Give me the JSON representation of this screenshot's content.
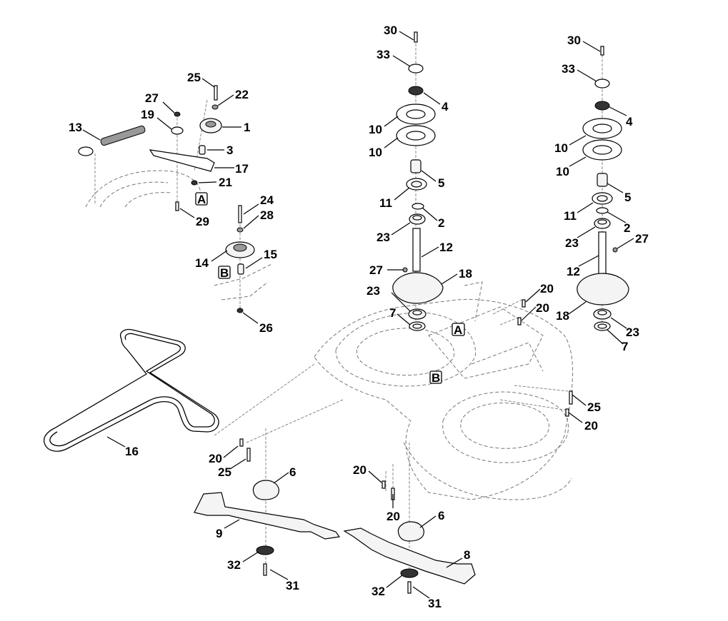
{
  "diagram": {
    "type": "exploded-parts-view",
    "subject": "mower deck blade spindles and belt tensioner",
    "reference_markers": [
      "A",
      "B"
    ],
    "callouts": [
      {
        "id": "c30a",
        "text": "30"
      },
      {
        "id": "c33a",
        "text": "33"
      },
      {
        "id": "c4a",
        "text": "4"
      },
      {
        "id": "c10a",
        "text": "10"
      },
      {
        "id": "c10b",
        "text": "10"
      },
      {
        "id": "c5a",
        "text": "5"
      },
      {
        "id": "c11a",
        "text": "11"
      },
      {
        "id": "c2a",
        "text": "2"
      },
      {
        "id": "c23a",
        "text": "23"
      },
      {
        "id": "c12a",
        "text": "12"
      },
      {
        "id": "c27a",
        "text": "27"
      },
      {
        "id": "c18a",
        "text": "18"
      },
      {
        "id": "c23b",
        "text": "23"
      },
      {
        "id": "c7a",
        "text": "7"
      },
      {
        "id": "c30b",
        "text": "30"
      },
      {
        "id": "c33b",
        "text": "33"
      },
      {
        "id": "c4b",
        "text": "4"
      },
      {
        "id": "c10c",
        "text": "10"
      },
      {
        "id": "c10d",
        "text": "10"
      },
      {
        "id": "c5b",
        "text": "5"
      },
      {
        "id": "c11b",
        "text": "11"
      },
      {
        "id": "c2b",
        "text": "2"
      },
      {
        "id": "c23c",
        "text": "23"
      },
      {
        "id": "c27b",
        "text": "27"
      },
      {
        "id": "c12b",
        "text": "12"
      },
      {
        "id": "c18b",
        "text": "18"
      },
      {
        "id": "c23d",
        "text": "23"
      },
      {
        "id": "c7b",
        "text": "7"
      },
      {
        "id": "c20a",
        "text": "20"
      },
      {
        "id": "c20b",
        "text": "20"
      },
      {
        "id": "c25a",
        "text": "25"
      },
      {
        "id": "c20c",
        "text": "20"
      },
      {
        "id": "c25b",
        "text": "25"
      },
      {
        "id": "c22",
        "text": "22"
      },
      {
        "id": "c27c",
        "text": "27"
      },
      {
        "id": "c19",
        "text": "19"
      },
      {
        "id": "c13",
        "text": "13"
      },
      {
        "id": "c1",
        "text": "1"
      },
      {
        "id": "c3",
        "text": "3"
      },
      {
        "id": "c17",
        "text": "17"
      },
      {
        "id": "c21",
        "text": "21"
      },
      {
        "id": "c29",
        "text": "29"
      },
      {
        "id": "c24",
        "text": "24"
      },
      {
        "id": "c28",
        "text": "28"
      },
      {
        "id": "c14",
        "text": "14"
      },
      {
        "id": "c15",
        "text": "15"
      },
      {
        "id": "c26",
        "text": "26"
      },
      {
        "id": "c16",
        "text": "16"
      },
      {
        "id": "c20d",
        "text": "20"
      },
      {
        "id": "c25c",
        "text": "25"
      },
      {
        "id": "c6a",
        "text": "6"
      },
      {
        "id": "c9",
        "text": "9"
      },
      {
        "id": "c32a",
        "text": "32"
      },
      {
        "id": "c31a",
        "text": "31"
      },
      {
        "id": "c20e",
        "text": "20"
      },
      {
        "id": "c20f",
        "text": "20"
      },
      {
        "id": "c6b",
        "text": "6"
      },
      {
        "id": "c8",
        "text": "8"
      },
      {
        "id": "c32b",
        "text": "32"
      },
      {
        "id": "c31b",
        "text": "31"
      }
    ],
    "markers": {
      "A1": "A",
      "A2": "A",
      "B1": "B",
      "B2": "B"
    }
  },
  "labels": {
    "c30a": "30",
    "c33a": "33",
    "c4a": "4",
    "c10a": "10",
    "c10b": "10",
    "c5a": "5",
    "c11a": "11",
    "c2a": "2",
    "c23a": "23",
    "c12a": "12",
    "c27a": "27",
    "c18a": "18",
    "c23b": "23",
    "c7a": "7",
    "c30b": "30",
    "c33b": "33",
    "c4b": "4",
    "c10c": "10",
    "c10d": "10",
    "c5b": "5",
    "c11b": "11",
    "c2b": "2",
    "c23c": "23",
    "c27b": "27",
    "c12b": "12",
    "c18b": "18",
    "c23d": "23",
    "c7b": "7",
    "c20a": "20",
    "c20b": "20",
    "c25a": "25",
    "c20c": "20",
    "c25b": "25",
    "c22": "22",
    "c27c": "27",
    "c19": "19",
    "c13": "13",
    "c1": "1",
    "c3": "3",
    "c17": "17",
    "c21": "21",
    "c29": "29",
    "c24": "24",
    "c28": "28",
    "c14": "14",
    "c15": "15",
    "c26": "26",
    "c16": "16",
    "c20d": "20",
    "c25c": "25",
    "c6a": "6",
    "c9": "9",
    "c32a": "32",
    "c31a": "31",
    "c20e": "20",
    "c20f": "20",
    "c6b": "6",
    "c8": "8",
    "c32b": "32",
    "c31b": "31",
    "A1": "A",
    "A2": "A",
    "B1": "B",
    "B2": "B"
  }
}
